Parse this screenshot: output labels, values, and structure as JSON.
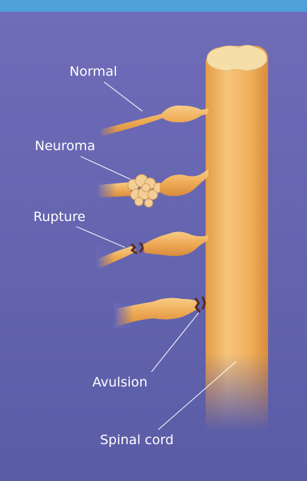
{
  "labels": {
    "normal": "Normal",
    "neuroma": "Neuroma",
    "rupture": "Rupture",
    "avulsion": "Avulsion",
    "spinal_cord": "Spinal cord"
  },
  "colors": {
    "header_bar": "#4f9fd8",
    "background": "#6a68b3",
    "nerve": "#f2b562",
    "cord_top": "#f4dca4",
    "label_text": "#ffffff"
  }
}
